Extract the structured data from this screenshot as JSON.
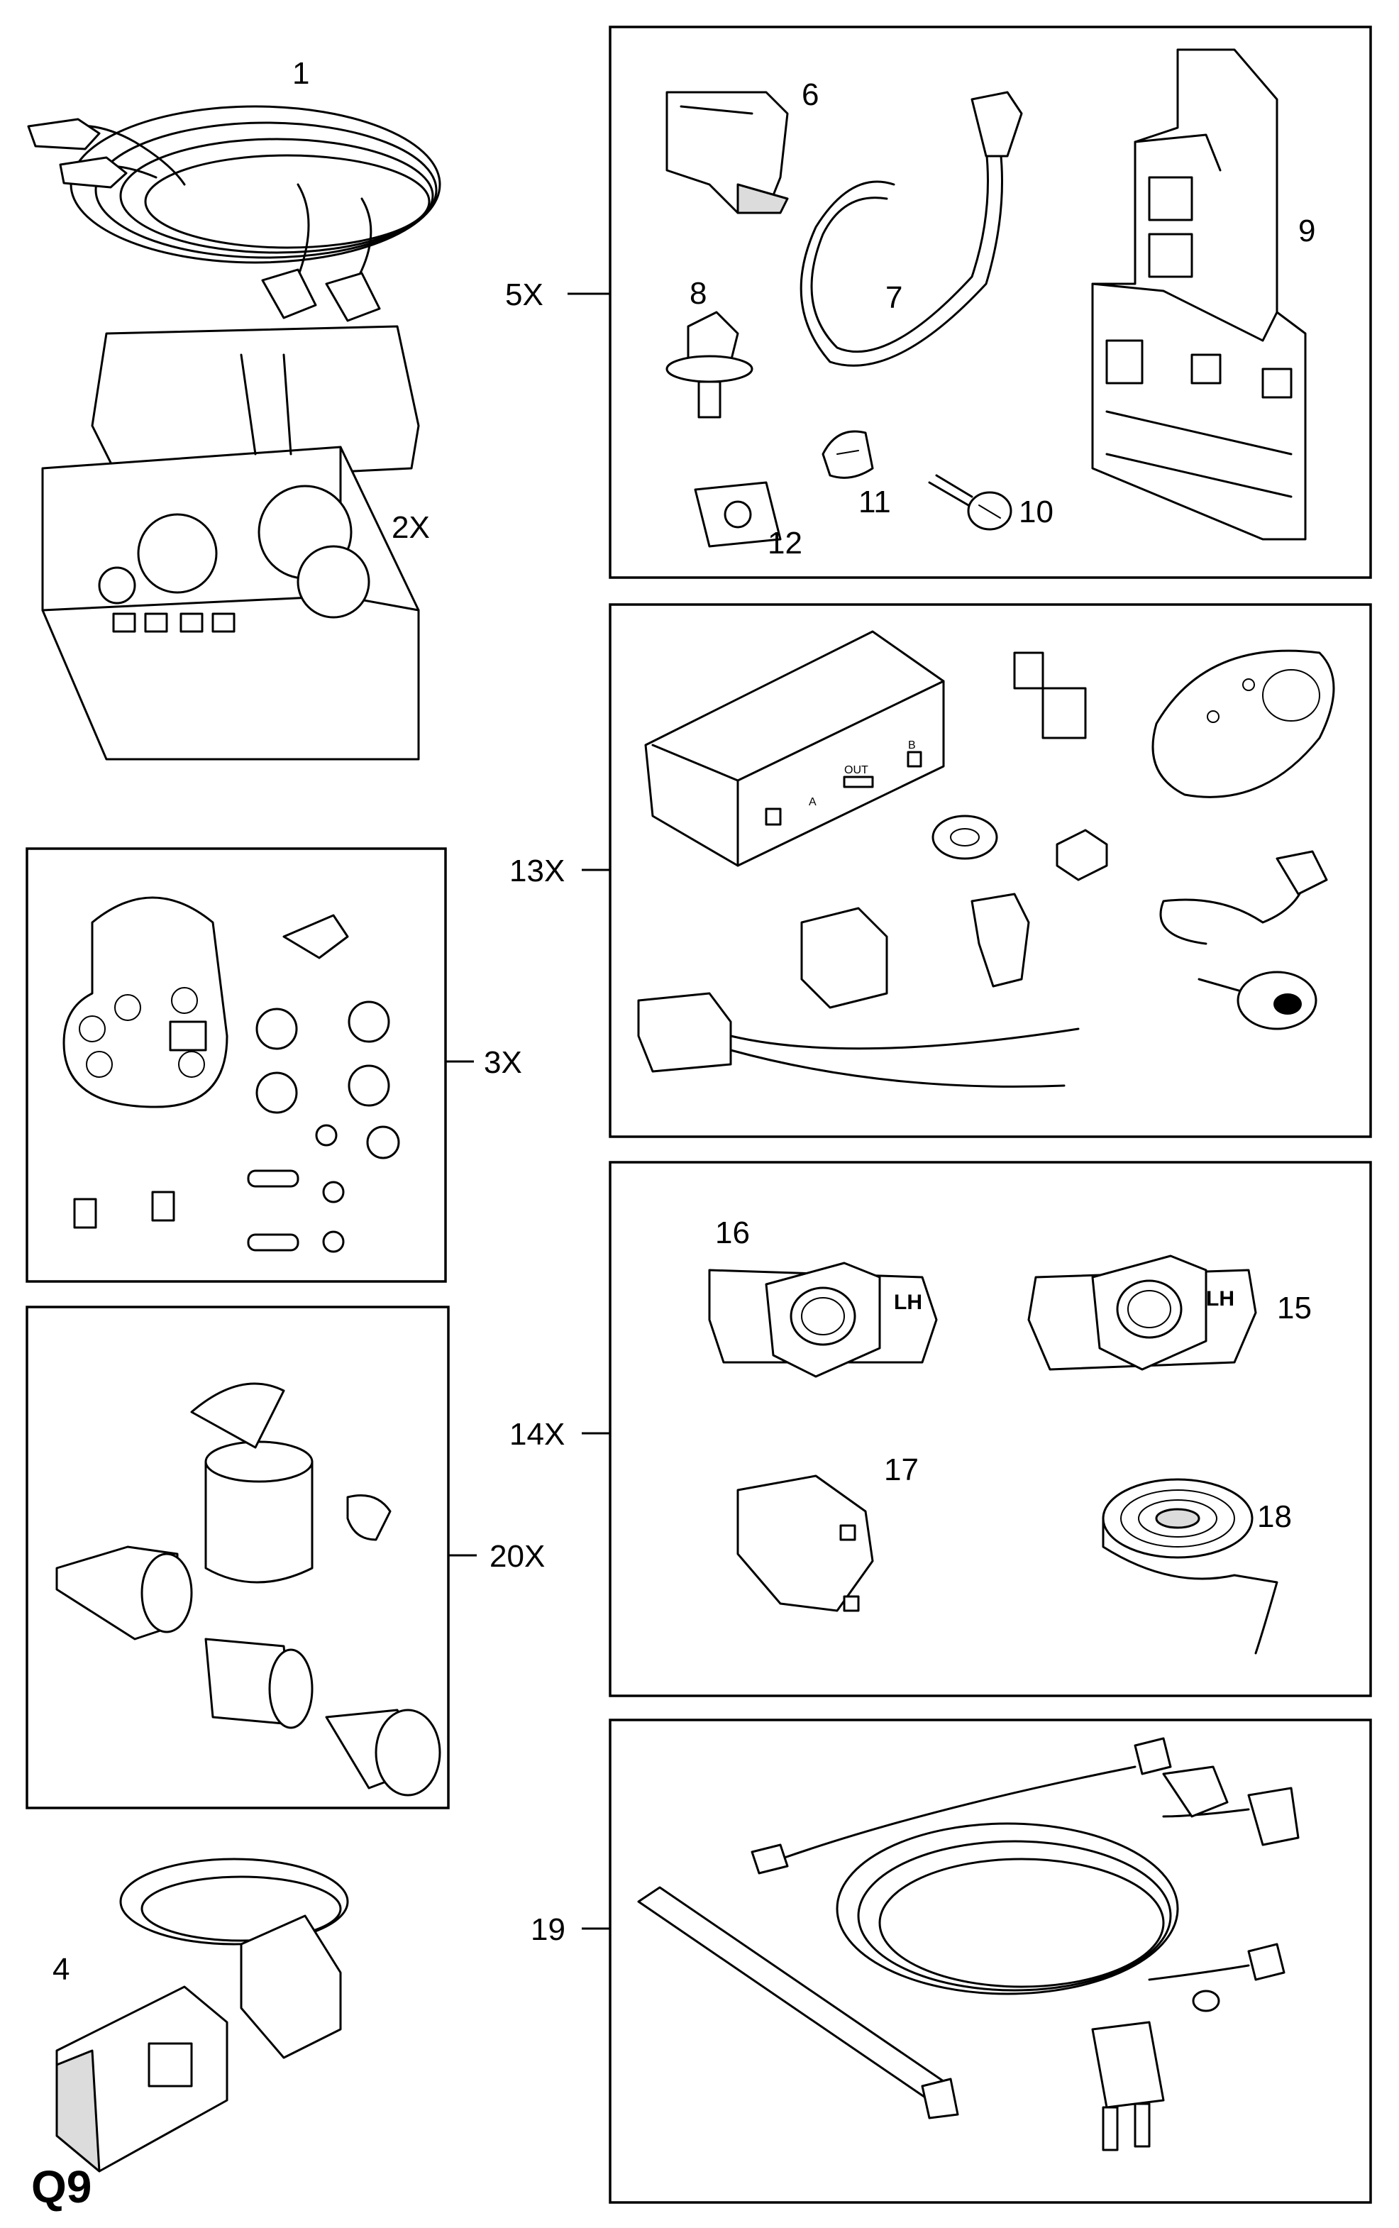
{
  "diagram_code": "Q9",
  "labels": {
    "l1": "1",
    "l2X": "2X",
    "l3X": "3X",
    "l4": "4",
    "l5X": "5X",
    "l6": "6",
    "l7": "7",
    "l8": "8",
    "l9": "9",
    "l10": "10",
    "l11": "11",
    "l12": "12",
    "l13X": "13X",
    "l14X": "14X",
    "l15": "15",
    "l16": "16",
    "l17": "17",
    "l18": "18",
    "l19": "19",
    "l20X": "20X"
  },
  "markings": {
    "lh": "LH",
    "out": "OUT",
    "a": "A",
    "b": "B"
  }
}
